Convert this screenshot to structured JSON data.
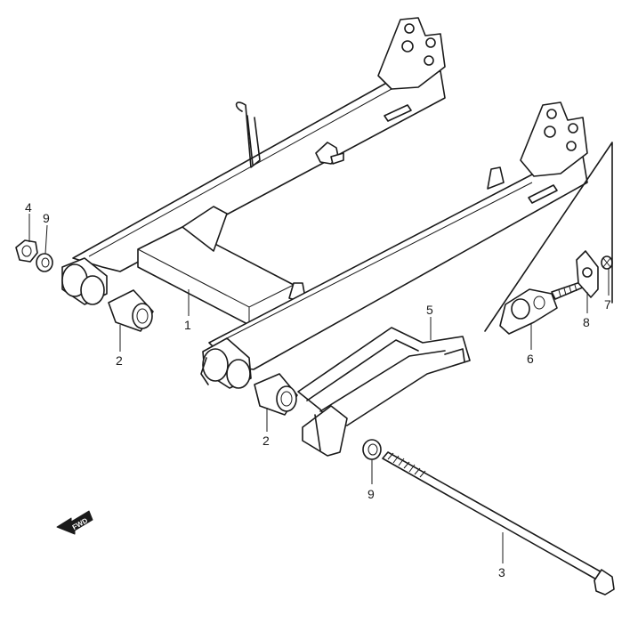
{
  "callouts": {
    "part_1": "1",
    "part_2a": "2",
    "part_2b": "2",
    "part_3": "3",
    "part_4": "4",
    "part_5": "5",
    "part_6": "6",
    "part_7": "7",
    "part_8": "8",
    "part_9a": "9",
    "part_9b": "9"
  },
  "fwd_indicator": {
    "text": "FWD",
    "icon": "arrow-left-icon"
  },
  "colors": {
    "line": "#1a1a1a",
    "background": "#ffffff"
  }
}
